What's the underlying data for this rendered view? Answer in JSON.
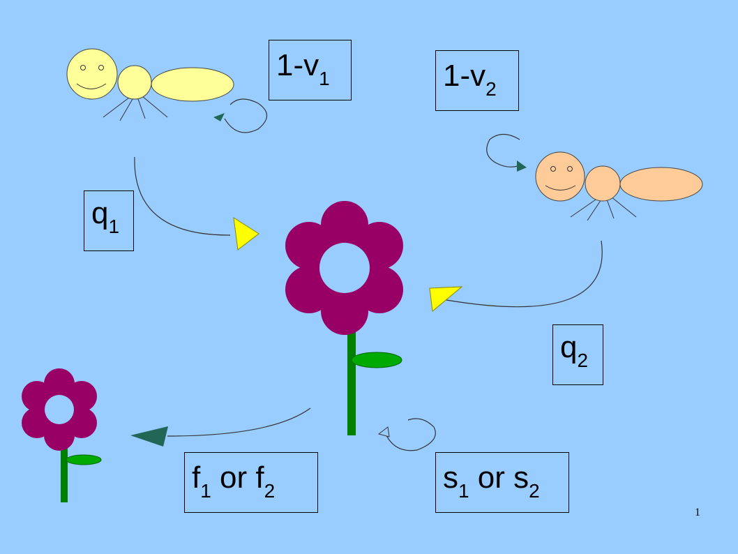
{
  "labels": {
    "self_loop_bee1": {
      "main": "1-v",
      "sub": "1"
    },
    "self_loop_bee2": {
      "main": "1-v",
      "sub": "2"
    },
    "visit_bee1": {
      "main": "q",
      "sub": "1"
    },
    "visit_bee2": {
      "main": "q",
      "sub": "2"
    },
    "seed_output": {
      "a": "f",
      "a_sub": "1",
      "or": " or ",
      "b": "f",
      "b_sub": "2"
    },
    "survival": {
      "a": "s",
      "a_sub": "1",
      "or": " or ",
      "b": "s",
      "b_sub": "2"
    }
  },
  "slide_number": "1",
  "colors": {
    "background": "#99ccff",
    "bee1_body": "#ffff99",
    "bee2_body": "#ffcc99",
    "petal": "#990066",
    "stem": "#008000",
    "leaf": "#00aa00",
    "arrow_yellow": "#ffff00",
    "arrow_dark": "#226655"
  }
}
